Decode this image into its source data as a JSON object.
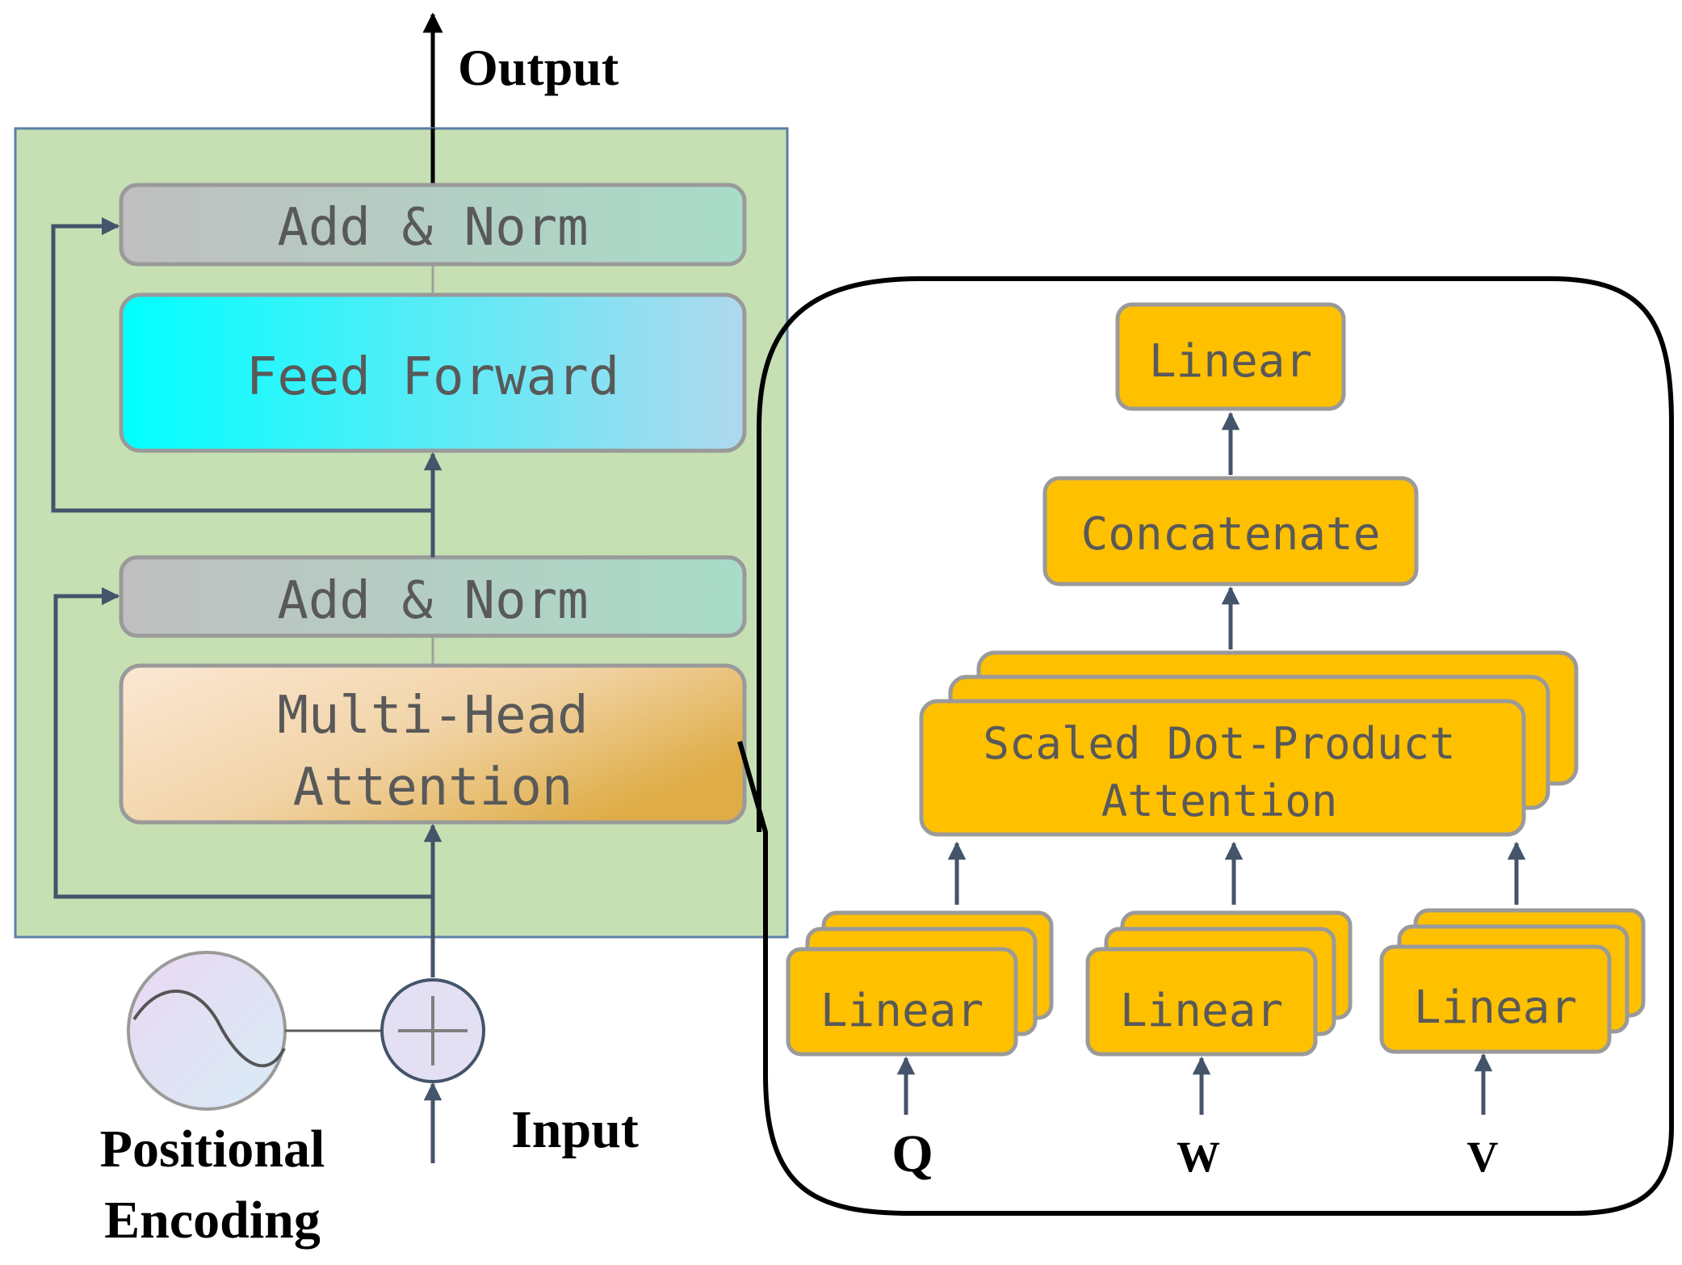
{
  "labels": {
    "output": "Output",
    "input": "Input",
    "positional_line1": "Positional",
    "positional_line2": "Encoding",
    "add_norm_top": "Add & Norm",
    "feed_forward": "Feed Forward",
    "add_norm_bottom": "Add & Norm",
    "mha_line1": "Multi-Head",
    "mha_line2": "Attention",
    "linear_top": "Linear",
    "concatenate": "Concatenate",
    "sdpa_line1": "Scaled Dot-Product",
    "sdpa_line2": "Attention",
    "linear_q": "Linear",
    "linear_w": "Linear",
    "linear_v": "Linear",
    "q": "Q",
    "w": "W",
    "v": "V"
  },
  "colors": {
    "encoder_bg": "#c6e0b4",
    "encoder_border": "#5b7fa6",
    "block_orange": "#ffc000",
    "block_border": "#9a9a9a",
    "arrow": "#44546a",
    "text_gray": "#595959",
    "feed_forward_start": "#00ffff",
    "feed_forward_end": "#b0d8ee",
    "add_norm_start": "#bfbfbf",
    "add_norm_end": "#a8dcc8",
    "mha_start": "#fbe8d4",
    "mha_end": "#e0b050"
  }
}
